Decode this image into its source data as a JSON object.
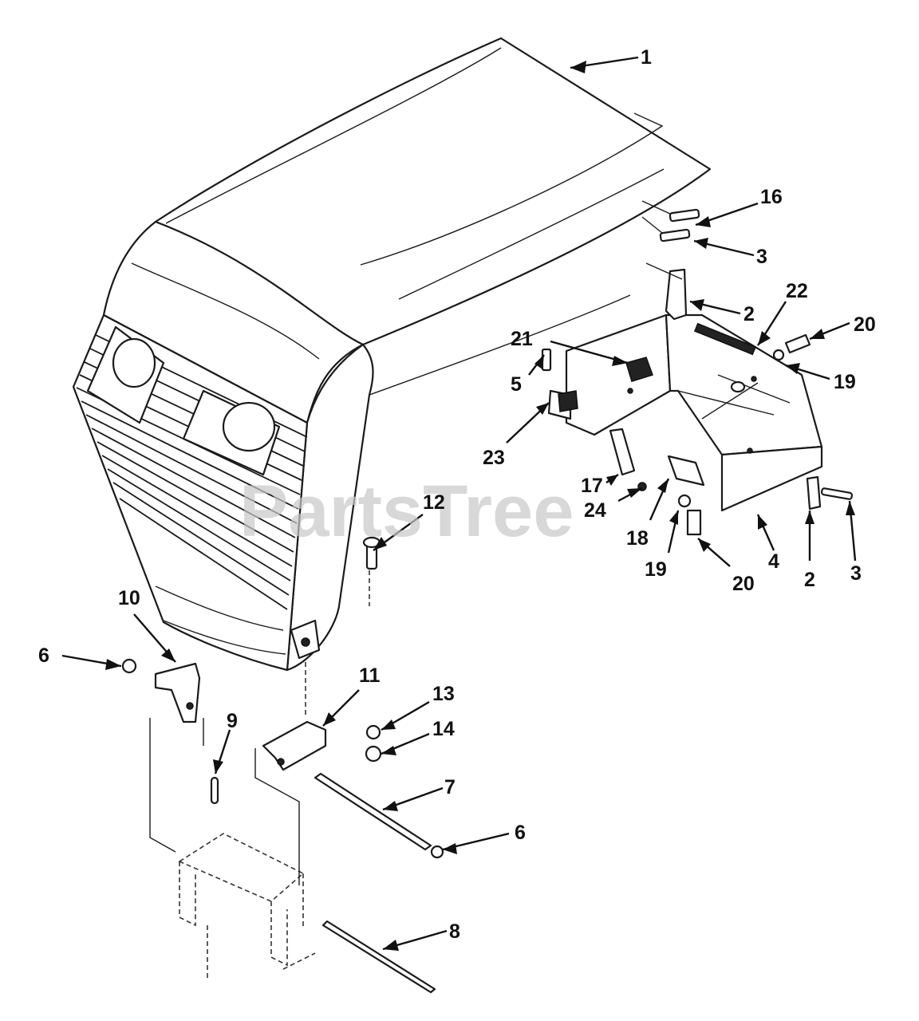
{
  "watermark": "PartsTree",
  "callouts": [
    {
      "id": "1",
      "label": "1"
    },
    {
      "id": "2",
      "label": "2"
    },
    {
      "id": "2b",
      "label": "2"
    },
    {
      "id": "3",
      "label": "3"
    },
    {
      "id": "3b",
      "label": "3"
    },
    {
      "id": "4",
      "label": "4"
    },
    {
      "id": "5",
      "label": "5"
    },
    {
      "id": "6",
      "label": "6"
    },
    {
      "id": "6b",
      "label": "6"
    },
    {
      "id": "7",
      "label": "7"
    },
    {
      "id": "8",
      "label": "8"
    },
    {
      "id": "9",
      "label": "9"
    },
    {
      "id": "10",
      "label": "10"
    },
    {
      "id": "11",
      "label": "11"
    },
    {
      "id": "12",
      "label": "12"
    },
    {
      "id": "13",
      "label": "13"
    },
    {
      "id": "14",
      "label": "14"
    },
    {
      "id": "16",
      "label": "16"
    },
    {
      "id": "17",
      "label": "17"
    },
    {
      "id": "18",
      "label": "18"
    },
    {
      "id": "19",
      "label": "19"
    },
    {
      "id": "19b",
      "label": "19"
    },
    {
      "id": "20",
      "label": "20"
    },
    {
      "id": "20b",
      "label": "20"
    },
    {
      "id": "21",
      "label": "21"
    },
    {
      "id": "22",
      "label": "22"
    },
    {
      "id": "23",
      "label": "23"
    },
    {
      "id": "24",
      "label": "24"
    }
  ]
}
